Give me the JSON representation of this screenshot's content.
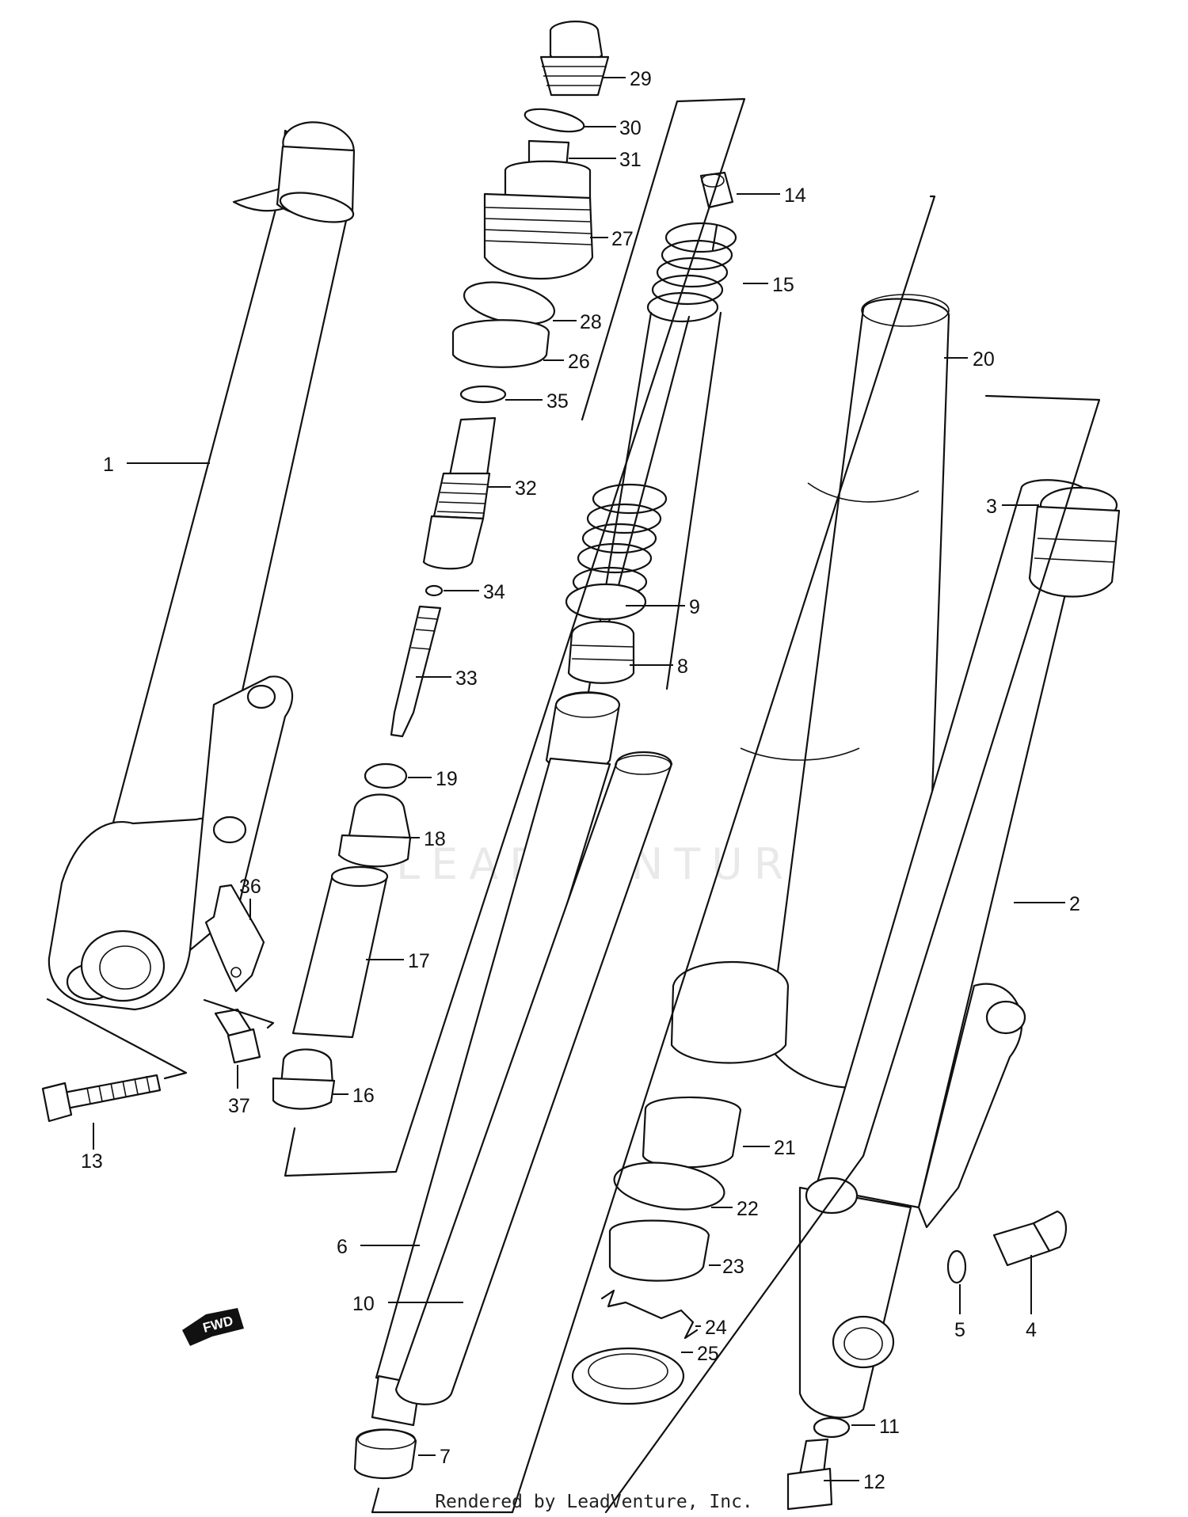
{
  "diagram": {
    "watermark": "LEADVENTURE",
    "fwd_label": "FWD",
    "labels": {
      "1": "1",
      "2": "2",
      "3": "3",
      "4": "4",
      "5": "5",
      "6": "6",
      "7": "7",
      "8": "8",
      "9": "9",
      "10": "10",
      "11": "11",
      "12": "12",
      "13": "13",
      "14": "14",
      "15": "15",
      "16": "16",
      "17": "17",
      "18": "18",
      "19": "19",
      "20": "20",
      "21": "21",
      "22": "22",
      "23": "23",
      "24": "24",
      "25": "25",
      "26": "26",
      "27": "27",
      "28": "28",
      "29": "29",
      "30": "30",
      "31": "31",
      "32": "32",
      "33": "33",
      "34": "34",
      "35": "35",
      "36": "36",
      "37": "37"
    }
  },
  "footer": {
    "credit": "Rendered by LeadVenture, Inc."
  }
}
